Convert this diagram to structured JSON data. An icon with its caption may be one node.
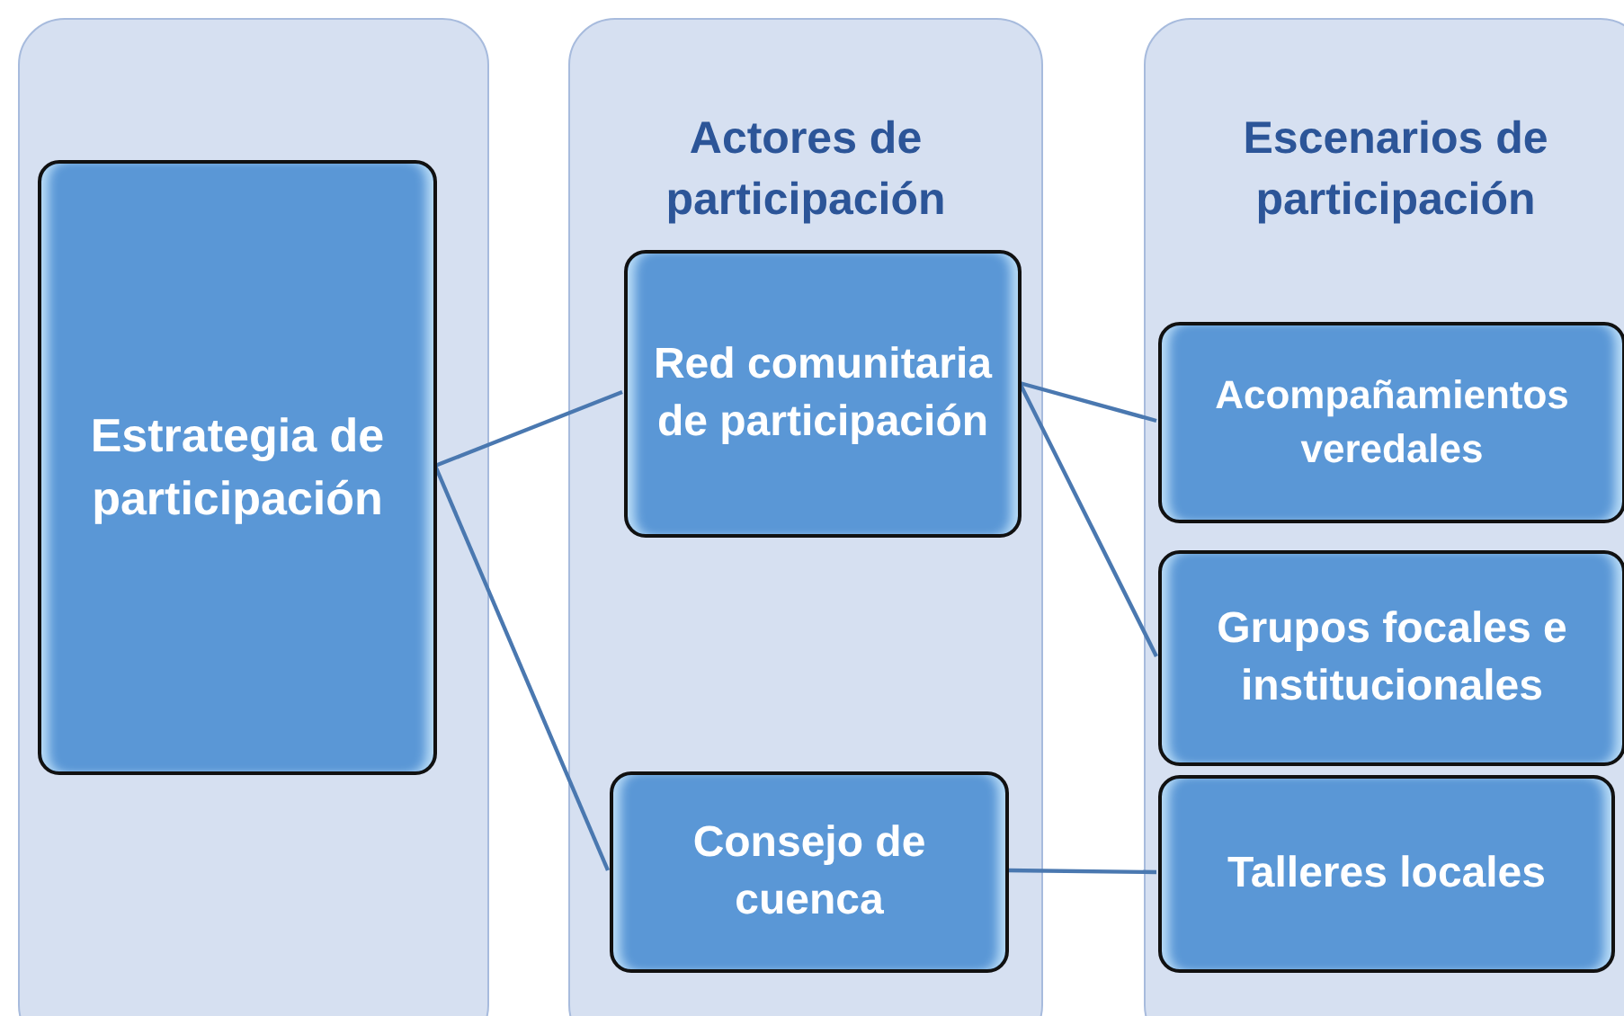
{
  "diagram": {
    "nodes": [
      {
        "text": [],
        "shape": "box"
      },
      {
        "text": [
          "Estrategia de participación"
        ],
        "in": 0
      },
      {
        "text": [
          "Actores de participación"
        ]
      },
      {
        "text": [
          "Red comunitaria de participación"
        ],
        "in": 2
      },
      {
        "text": [
          "Consejo de cuenca"
        ],
        "in": 2
      },
      {
        "text": [
          "Escenarios de participación"
        ]
      },
      {
        "text": [
          "Acompañamientos veredales"
        ],
        "in": 5
      },
      {
        "text": [
          "Grupos focales e institucionales"
        ],
        "in": 5
      },
      {
        "text": [
          "Talleres locales"
        ],
        "in": 5
      }
    ],
    "edges": [
      {
        "from": 1,
        "to": 3,
        "arrow": "none"
      },
      {
        "from": 1,
        "to": 4,
        "arrow": "none"
      },
      {
        "from": 3,
        "to": 6,
        "arrow": "none"
      },
      {
        "from": 3,
        "to": 7,
        "arrow": "none"
      },
      {
        "from": 4,
        "to": 8,
        "arrow": "none"
      }
    ]
  }
}
